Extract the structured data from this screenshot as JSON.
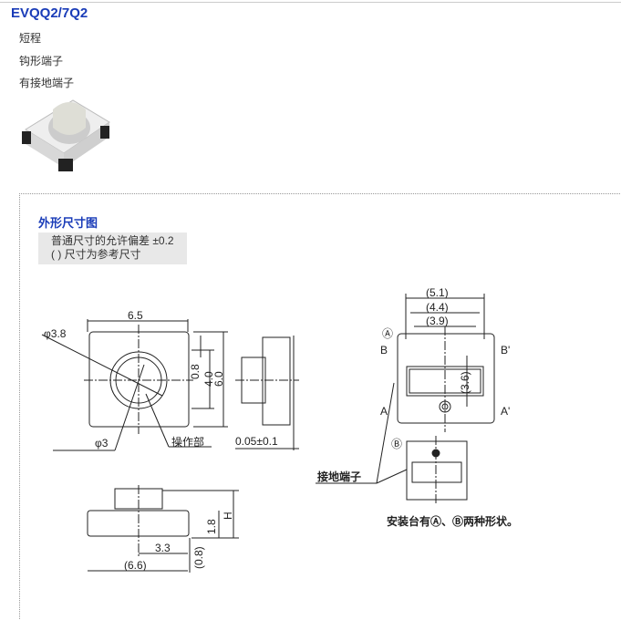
{
  "title": "EVQQ2/7Q2",
  "features": [
    "短程",
    "钩形端子",
    "有接地端子"
  ],
  "section_heading": "外形尺寸图",
  "notes": [
    "普通尺寸的允许偏差 ±0.2",
    "( ) 尺寸为参考尺寸"
  ],
  "drawing": {
    "dim_6_5": "6.5",
    "phi_3_8": "φ3.8",
    "phi_3": "φ3",
    "operating_part": "操作部",
    "dim_0_8": "0.8",
    "dim_4_0": "4.0",
    "dim_6_0": "6.0",
    "dim_0_05": "0.05±0.1",
    "dim_H": "H",
    "dim_1_8": "1.8",
    "dim_3_3": "3.3",
    "dim_0_8_ref": "(0.8)",
    "dim_6_6": "(6.6)",
    "dim_5_1": "(5.1)",
    "dim_4_4": "(4.4)",
    "dim_3_9": "(3.9)",
    "dim_3_6": "(3.6)",
    "label_A_circle": "Ⓐ",
    "label_B_circle": "Ⓑ",
    "label_B": "B",
    "label_B_prime": "B'",
    "label_A": "A",
    "label_A_prime": "A'",
    "ground_terminal": "接地端子",
    "mount_note": "安装台有Ⓐ、Ⓑ两种形状。"
  }
}
